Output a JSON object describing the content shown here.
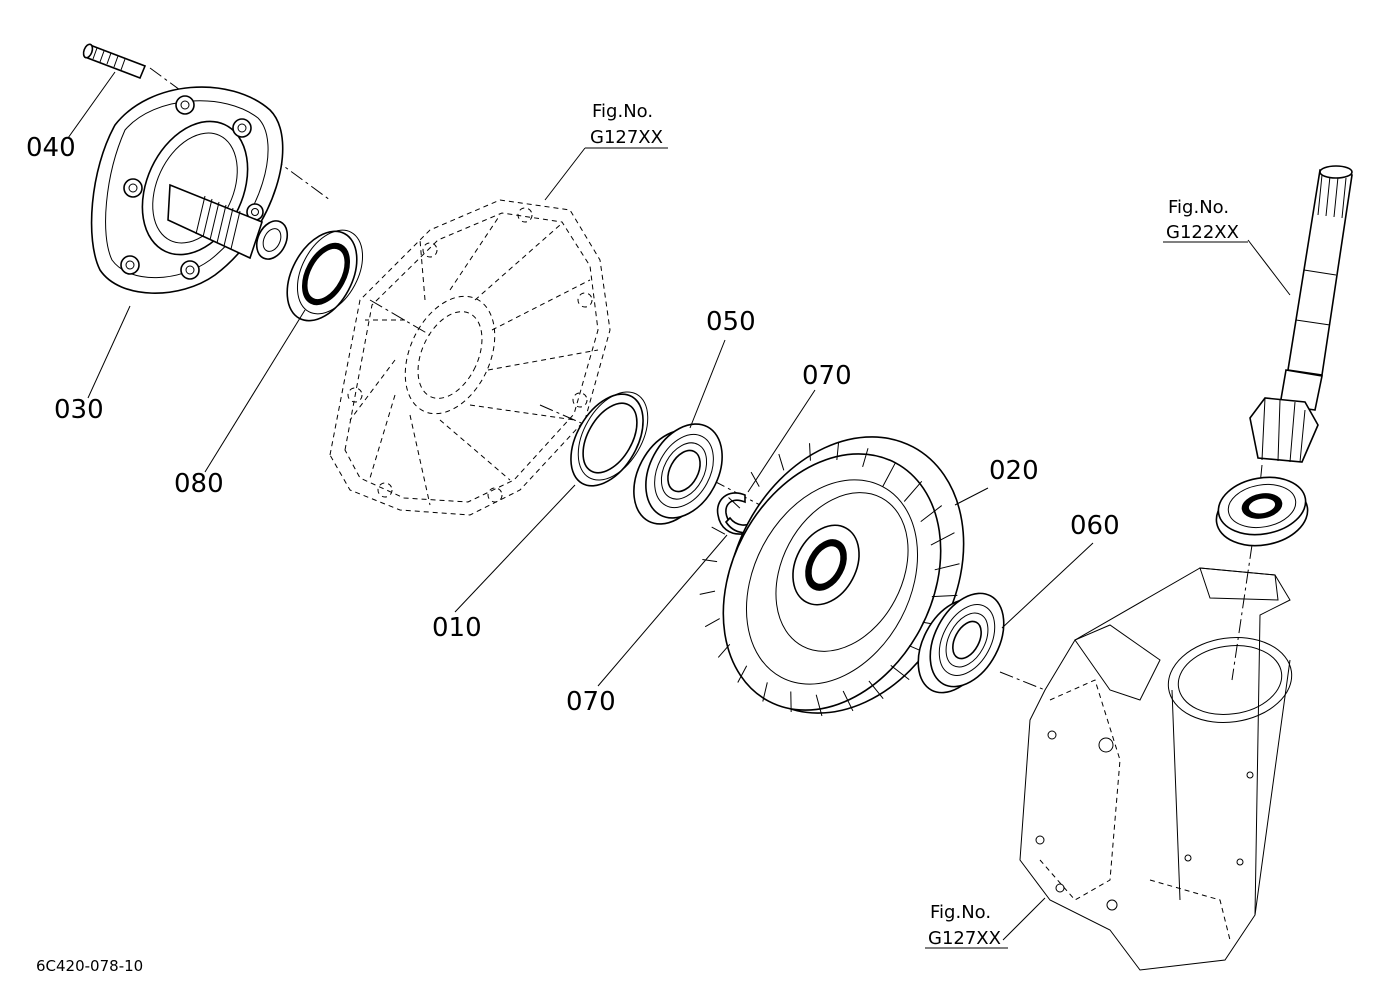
{
  "colors": {
    "line": "#000000",
    "background": "#ffffff"
  },
  "callouts": {
    "p040": "040",
    "p030": "030",
    "p080": "080",
    "p050": "050",
    "p070_upper": "070",
    "p070_lower": "070",
    "p010": "010",
    "p020": "020",
    "p060": "060"
  },
  "figure_refs": {
    "cover": {
      "label": "Fig.No.",
      "code": "G127XX"
    },
    "shaft": {
      "label": "Fig.No.",
      "code": "G122XX"
    },
    "case": {
      "label": "Fig.No.",
      "code": "G127XX"
    }
  },
  "document_id": "6C420-078-10"
}
